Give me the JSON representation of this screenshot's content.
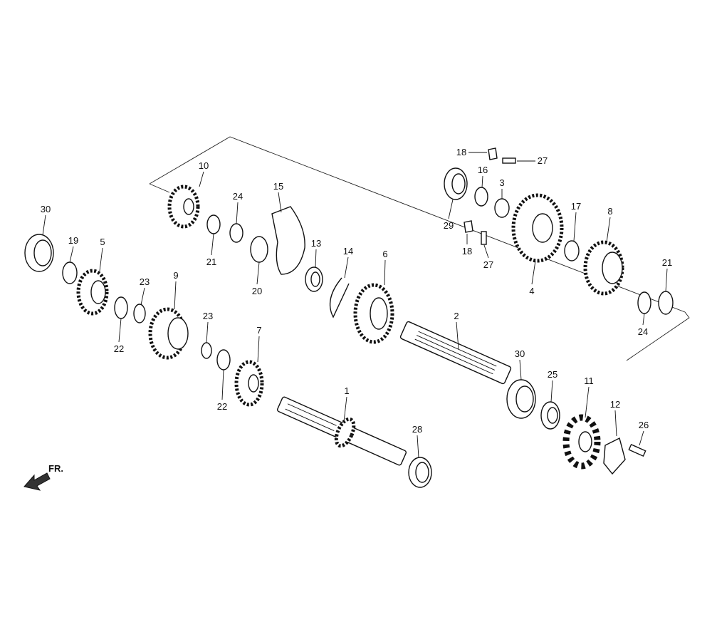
{
  "diagram": {
    "title": "Transmission exploded parts diagram",
    "front_marker": "FR.",
    "callouts": [
      "30",
      "19",
      "5",
      "23",
      "9",
      "22",
      "23",
      "22",
      "7",
      "10",
      "24",
      "21",
      "15",
      "20",
      "13",
      "14",
      "6",
      "2",
      "1",
      "28",
      "30",
      "25",
      "11",
      "12",
      "26",
      "18",
      "27",
      "16",
      "3",
      "29",
      "18",
      "27",
      "4",
      "17",
      "8",
      "21",
      "24"
    ]
  }
}
